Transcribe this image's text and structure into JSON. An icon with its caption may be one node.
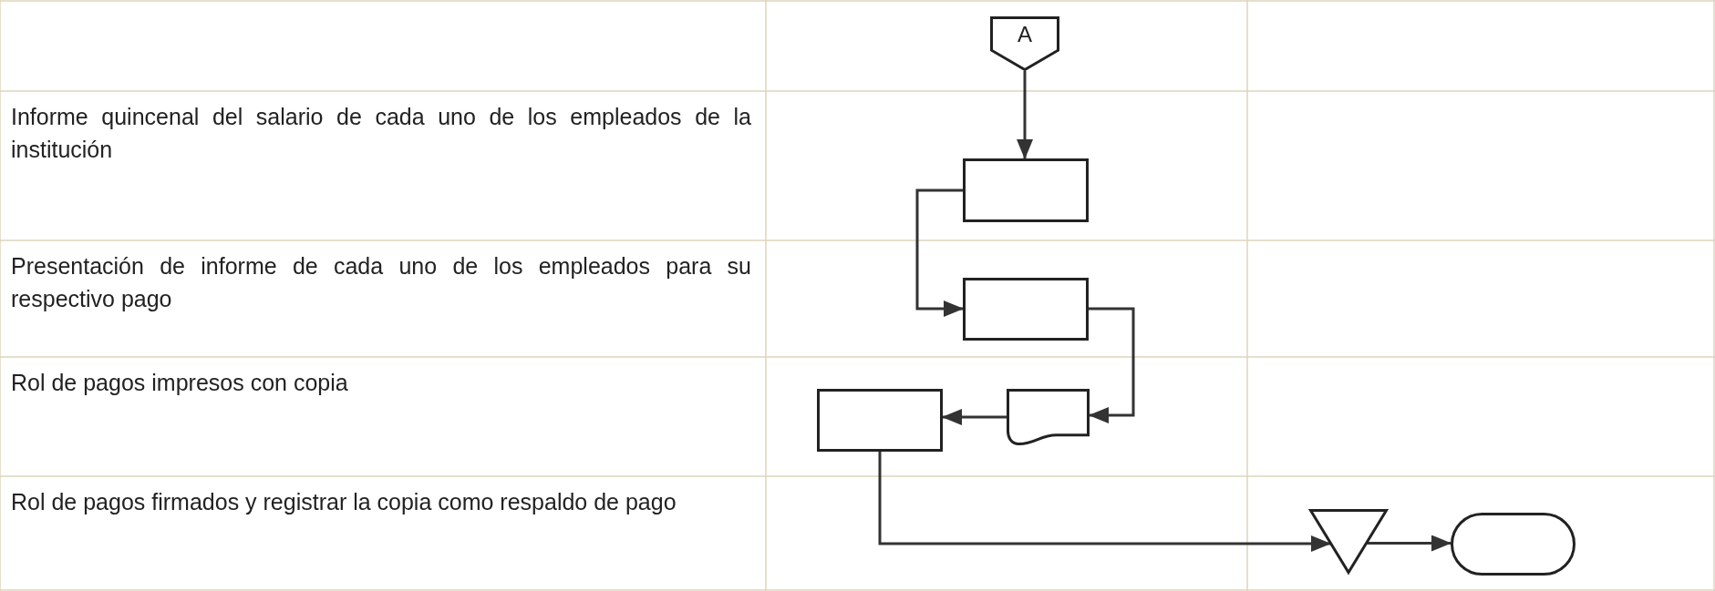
{
  "diagram": {
    "nodes": [
      {
        "text": [
          "A"
        ]
      },
      {
        "text": [],
        "shape": "box"
      },
      {
        "text": [],
        "shape": "box"
      },
      {
        "text": [],
        "shape": "document"
      },
      {
        "text": [],
        "shape": "box"
      },
      {
        "text": [],
        "shape": "triangle"
      },
      {
        "text": [],
        "shape": "oval"
      }
    ],
    "edges": [
      {
        "from": 0,
        "to": 1,
        "arrow": "to"
      },
      {
        "from": 1,
        "to": 2,
        "arrow": "to"
      },
      {
        "from": 2,
        "to": 3,
        "arrow": "to"
      },
      {
        "from": 3,
        "to": 4,
        "arrow": "to"
      },
      {
        "from": 4,
        "to": 5,
        "arrow": "to"
      },
      {
        "from": 5,
        "to": 6,
        "arrow": "to"
      }
    ],
    "labels": [
      "Informe quincenal del salario de cada uno de los empleados de la institución",
      "Presentación de informe de cada uno de los empleados para su respectivo pago",
      "Rol de pagos impresos con copia",
      "Rol de pagos firmados y registrar la copia como respaldo de pago"
    ]
  }
}
